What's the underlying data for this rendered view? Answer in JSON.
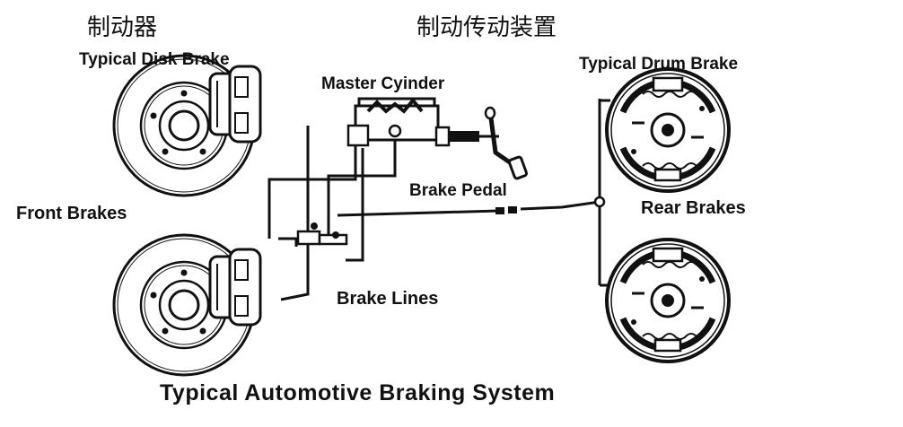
{
  "labels": {
    "heading_left": "制动器",
    "heading_right": "制动传动装置",
    "disk_brake": "Typical Disk Brake",
    "drum_brake": "Typical Drum Brake",
    "master_cylinder": "Master Cyinder",
    "brake_pedal": "Brake Pedal",
    "front_brakes": "Front Brakes",
    "rear_brakes": "Rear Brakes",
    "brake_lines": "Brake Lines",
    "caption": "Typical Automotive Braking System"
  }
}
